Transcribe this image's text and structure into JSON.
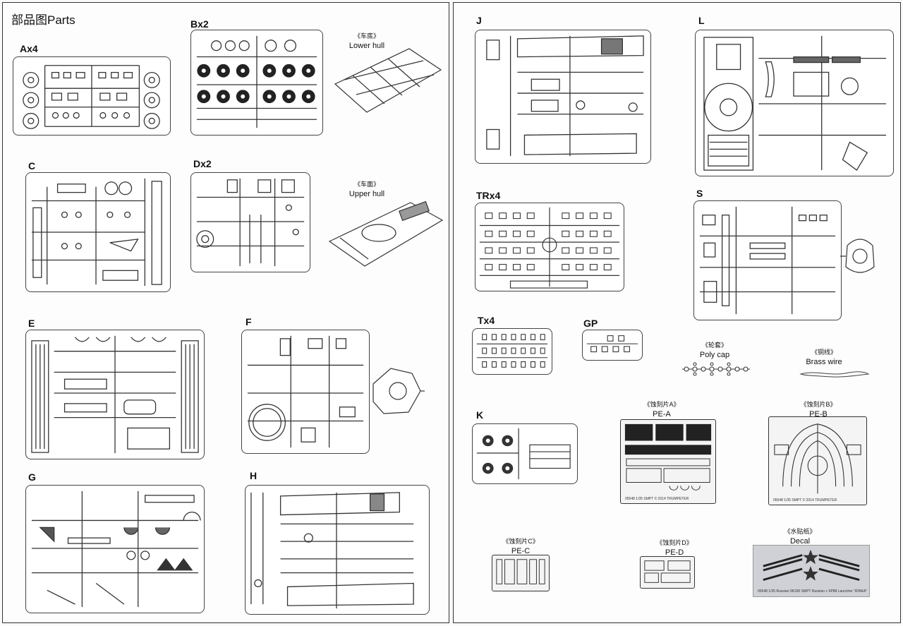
{
  "left_page": {
    "title": "部品图Parts",
    "sprues": [
      {
        "id": "a",
        "label": "Ax4"
      },
      {
        "id": "b",
        "label": "Bx2"
      },
      {
        "id": "c",
        "label": "C"
      },
      {
        "id": "d",
        "label": "Dx2"
      },
      {
        "id": "e",
        "label": "E"
      },
      {
        "id": "f",
        "label": "F"
      },
      {
        "id": "g",
        "label": "G"
      },
      {
        "id": "h",
        "label": "H"
      }
    ],
    "lower_hull": {
      "zh": "《车底》",
      "en": "Lower hull"
    },
    "upper_hull": {
      "zh": "《车面》",
      "en": "Upper hull"
    }
  },
  "right_page": {
    "sprues": [
      {
        "id": "j",
        "label": "J"
      },
      {
        "id": "l",
        "label": "L"
      },
      {
        "id": "trx4",
        "label": "TRx4"
      },
      {
        "id": "s",
        "label": "S"
      },
      {
        "id": "tx4",
        "label": "Tx4"
      },
      {
        "id": "gp",
        "label": "GP"
      },
      {
        "id": "k",
        "label": "K"
      }
    ],
    "poly_cap": {
      "zh": "《轮套》",
      "en": "Poly cap"
    },
    "brass_wire": {
      "zh": "《铜线》",
      "en": "Brass wire"
    },
    "pe_a": {
      "zh": "《蚀刻片A》",
      "en": "PE-A"
    },
    "pe_b": {
      "zh": "《蚀刻片B》",
      "en": "PE-B"
    },
    "pe_c": {
      "zh": "《蚀刻片C》",
      "en": "PE-C"
    },
    "pe_d": {
      "zh": "《蚀刻片D》",
      "en": "PE-D"
    },
    "decal": {
      "zh": "《水贴纸》",
      "en": "Decal"
    },
    "pe_a_print": "05548 1/35 SMPT © 2014 TRUMPETER",
    "pe_b_print": "05548 1/35 SMPT © 2014 TRUMPETER",
    "decal_print": "05548 1/35 Russian 9K330 SMPT Russian + 9P88 Launcher \"ATAKA\""
  }
}
